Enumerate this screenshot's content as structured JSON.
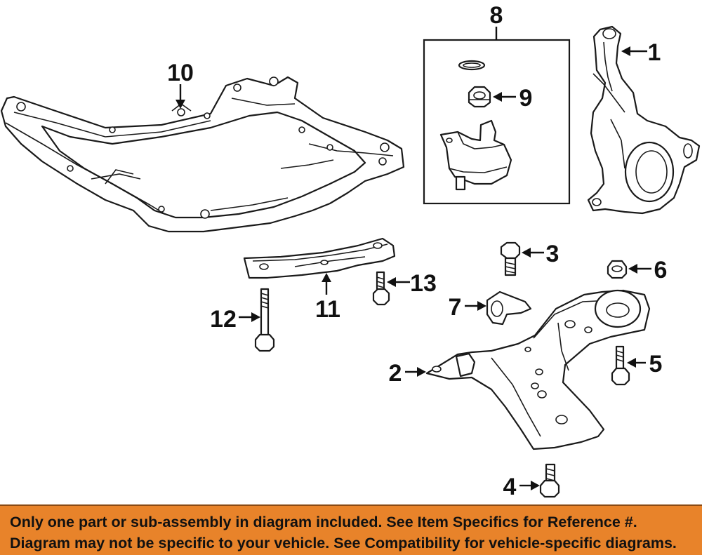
{
  "colors": {
    "banner_background": "#e8832a",
    "line_art": "#1a1a1a",
    "background": "#ffffff"
  },
  "callouts": {
    "c1": "1",
    "c2": "2",
    "c3": "3",
    "c4": "4",
    "c5": "5",
    "c6": "6",
    "c7": "7",
    "c8": "8",
    "c9": "9",
    "c10": "10",
    "c11": "11",
    "c12": "12",
    "c13": "13"
  },
  "banner": {
    "line1": "Only one part or sub-assembly in diagram included. See Item Specifics for Reference #.",
    "line2": "Diagram may not be specific to your vehicle. See Compatibility for vehicle-specific diagrams."
  }
}
